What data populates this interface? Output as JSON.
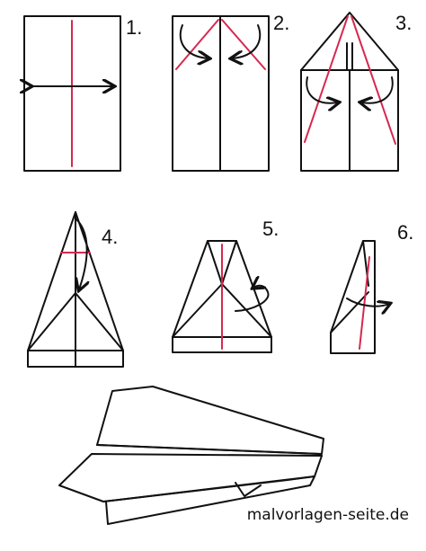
{
  "steps": [
    {
      "number": "1."
    },
    {
      "number": "2."
    },
    {
      "number": "3."
    },
    {
      "number": "4."
    },
    {
      "number": "5."
    },
    {
      "number": "6."
    }
  ],
  "credit": "malvorlagen-seite.de",
  "colors": {
    "ink": "#111111",
    "fold_line": "#d6284f",
    "background": "#ffffff"
  }
}
